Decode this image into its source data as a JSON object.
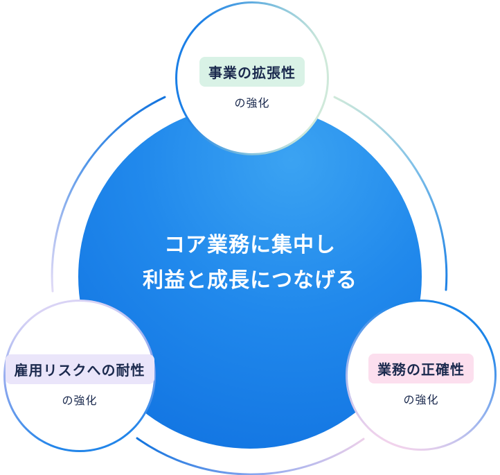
{
  "diagram": {
    "title_semantic": "core-business-benefits-diagram",
    "center_circle": {
      "line1": "コア業務に集中し",
      "line2": "利益と成長につなげる"
    },
    "satellites": [
      {
        "position": "top",
        "label": "事業の拡張性",
        "suffix": "の強化",
        "pill_bg": "#d9f2e6"
      },
      {
        "position": "bottom-left",
        "label": "雇用リスクへの耐性",
        "suffix": "の強化",
        "pill_bg": "#eae5fa"
      },
      {
        "position": "bottom-right",
        "label": "業務の正確性",
        "suffix": "の強化",
        "pill_bg": "#fcdfee"
      }
    ],
    "colors": {
      "big_circle_light": "#3ba3f2",
      "big_circle_dark": "#0e6fdf",
      "accent_blue": "#1478e0",
      "accent_mint": "#cfe9da",
      "accent_lavender": "#dcd5f5",
      "accent_pink": "#f2d4ea",
      "text_navy": "#1b2a4e",
      "text_on_blue": "#ffffff"
    }
  }
}
